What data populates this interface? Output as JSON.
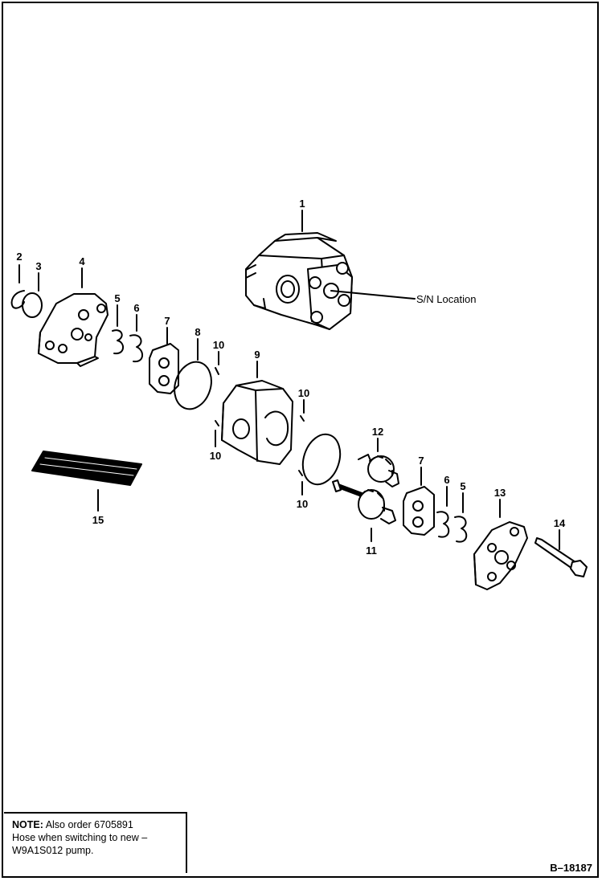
{
  "callouts": {
    "c1": "1",
    "c2": "2",
    "c3": "3",
    "c4": "4",
    "c5a": "5",
    "c6a": "6",
    "c7a": "7",
    "c8": "8",
    "c10a": "10",
    "c9": "9",
    "c10b": "10",
    "c10c": "10",
    "c10d": "10",
    "c12": "12",
    "c7b": "7",
    "c6b": "6",
    "c5b": "5",
    "c13": "13",
    "c14": "14",
    "c11": "11",
    "c15": "15"
  },
  "sn_location_label": "S/N Location",
  "note": {
    "heading": "NOTE:",
    "line1": "Also order 6705891",
    "line2": "Hose when switching to new –",
    "line3": "W9A1S012 pump."
  },
  "figure_id": "B–18187"
}
